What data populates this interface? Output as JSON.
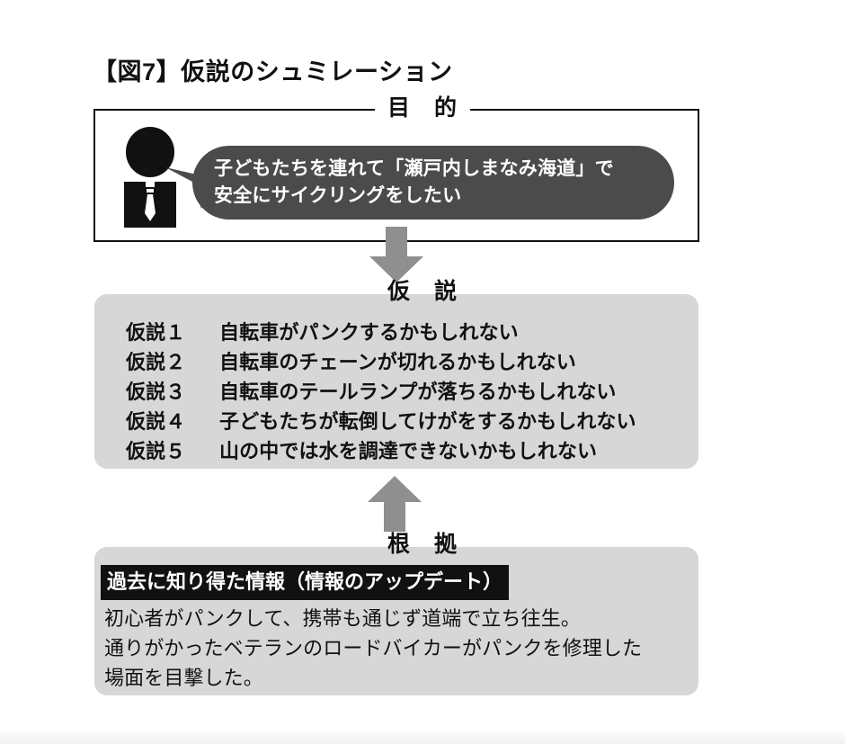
{
  "figure": {
    "title": "【図7】仮説のシュミレーション"
  },
  "purpose_section": {
    "heading": "目　的",
    "person_icon": "businessperson-icon",
    "speech_bubble": {
      "line1": "子どもたちを連れて「瀬戸内しまなみ海道」で",
      "line2": "安全にサイクリングをしたい"
    }
  },
  "flow": {
    "arrow_down": "arrow-down-icon",
    "arrow_up": "arrow-up-icon"
  },
  "hypothesis_section": {
    "heading": "仮　説",
    "items": [
      {
        "label": "仮説１",
        "text": "自転車がパンクするかもしれない"
      },
      {
        "label": "仮説２",
        "text": "自転車のチェーンが切れるかもしれない"
      },
      {
        "label": "仮説３",
        "text": "自転車のテールランプが落ちるかもしれない"
      },
      {
        "label": "仮説４",
        "text": "子どもたちが転倒してけがをするかもしれない"
      },
      {
        "label": "仮説５",
        "text": "山の中では水を調達できないかもしれない"
      }
    ]
  },
  "evidence_section": {
    "heading": "根　拠",
    "tag": "過去に知り得た情報（情報のアップデート）",
    "body": [
      "初心者がパンクして、携帯も通じず道端で立ち往生。",
      "通りがかったベテランのロードバイカーがパンクを修理した",
      "場面を目撃した。"
    ]
  },
  "colors": {
    "page_background": "#ffffff",
    "panel_gray": "#d7d7d7",
    "bubble_gray": "#4b4b4b",
    "arrow_gray": "#8f8f8f",
    "ink_black": "#111111",
    "tag_background": "#111111",
    "tag_text": "#ffffff"
  }
}
